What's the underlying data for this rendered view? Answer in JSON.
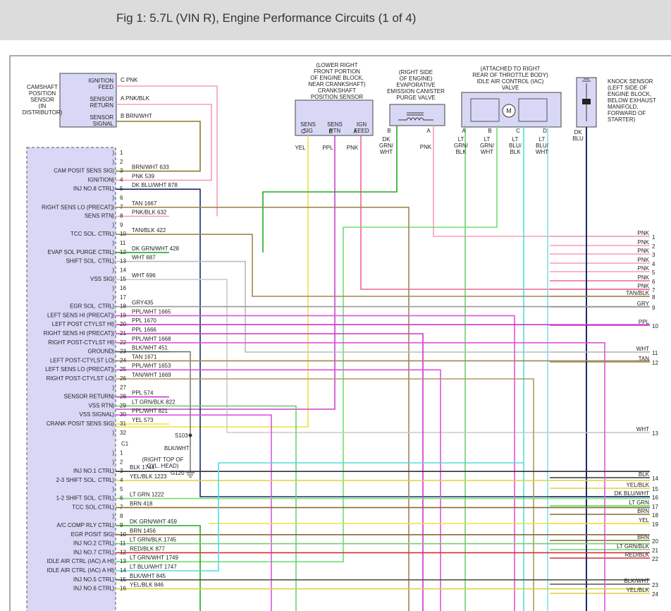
{
  "page": {
    "title": "Fig 1: 5.7L (VIN R), Engine Performance Circuits (1 of 4)"
  },
  "components": {
    "camshaft": {
      "label": [
        "CAMSHAFT",
        "POSITION",
        "SENSOR",
        "(IN",
        "DISTRIBUTOR)"
      ],
      "pins": [
        [
          "IGNITION",
          "FEED"
        ],
        [
          "SENSOR",
          "RETURN"
        ],
        [
          "SENSOR",
          "SIGNAL"
        ]
      ]
    },
    "crank": {
      "label": [
        "(LOWER RIGHT",
        "FRONT PORTION",
        "OF ENGINE BLOCK,",
        "NEAR CRANKSHAFT)",
        "CRANKSHAFT",
        "POSITION SENSOR"
      ],
      "pins": [
        [
          "SENS",
          "SIG"
        ],
        [
          "SENS",
          "RTN"
        ],
        [
          "IGN",
          "FEED"
        ]
      ]
    },
    "evap": {
      "label": [
        "(RIGHT SIDE",
        "OF ENGINE)",
        "EVAPORATIVE",
        "EMISSION CANISTER",
        "PURGE VALVE"
      ]
    },
    "iac": {
      "label": [
        "(ATTACHED TO RIGHT",
        "REAR OF THROTTLE BODY)",
        "IDLE AIR CONTROL (IAC)",
        "VALVE"
      ],
      "motor": "M"
    },
    "knock": {
      "label": [
        "KNOCK SENSOR",
        "(LEFT SIDE OF",
        "ENGINE BLOCK,",
        "BELOW EXHAUST",
        "MANIFOLD,",
        "FORWARD OF",
        "STARTER)"
      ]
    }
  },
  "component_wires": [
    {
      "color": "#f4a0b6",
      "pin": "C",
      "text": "PNK"
    },
    {
      "color": "#f4a0b6",
      "pin": "A",
      "text": "PNK/BLK"
    },
    {
      "color": "#8a7a30",
      "pin": "B",
      "text": "BRN/WHT"
    },
    {
      "color": "#f0e040",
      "pin": "C",
      "text": "YEL"
    },
    {
      "color": "#cc40cc",
      "pin": "B",
      "text": "PPL"
    },
    {
      "color": "#ee6690",
      "pin": "A",
      "text": "PNK"
    },
    {
      "color": "#22aa22",
      "pin": "B",
      "text": "DK GRN/ WHT"
    },
    {
      "color": "#f4a0b6",
      "pin": "A",
      "text": "PNK"
    },
    {
      "color": "#70d070",
      "pin": "A",
      "text": "LT GRN/ BLK"
    },
    {
      "color": "#70e070",
      "pin": "B",
      "text": "LT GRN/ WHT"
    },
    {
      "color": "#50dddd",
      "pin": "C",
      "text": "LT BLU/ BLK"
    },
    {
      "color": "#80e0ee",
      "pin": "D",
      "text": "LT BLU/ WHT"
    },
    {
      "color": "#1a2a6a",
      "pin": "",
      "text": "DK BLU"
    }
  ],
  "pcm_pins": [
    {
      "n": "1",
      "label": "",
      "wire": "",
      "color": ""
    },
    {
      "n": "2",
      "label": "",
      "wire": "",
      "color": ""
    },
    {
      "n": "3",
      "label": "CAM POSIT SENS SIG",
      "wire": "BRN/WHT   633",
      "color": "#8a7a30"
    },
    {
      "n": "4",
      "label": "IGNITION",
      "wire": "PNK   539",
      "color": "#f4a0b6"
    },
    {
      "n": "5",
      "label": "INJ NO.8 CTRL",
      "wire": "DK BLU/WHT    878",
      "color": "#1a2a6a"
    },
    {
      "n": "6",
      "label": "",
      "wire": "",
      "color": ""
    },
    {
      "n": "7",
      "label": "",
      "wire": "TAN   1667",
      "color": "#a08850"
    },
    {
      "n": "8",
      "label": "RIGHT SENS LO (PRECAT) SENS RTN",
      "wire": "PNK/BLK    632",
      "color": "#f4a0b6"
    },
    {
      "n": "9",
      "label": "",
      "wire": "",
      "color": ""
    },
    {
      "n": "10",
      "label": "TCC SOL. CTRL",
      "wire": "TAN/BLK    422",
      "color": "#a08850"
    },
    {
      "n": "11",
      "label": "",
      "wire": "",
      "color": ""
    },
    {
      "n": "12",
      "label": "EVAP SOL PURGE CTRL",
      "wire": "DK GRN/WHT    428",
      "color": "#22aa22"
    },
    {
      "n": "13",
      "label": "SHIFT SOL. CTRL",
      "wire": "WHT  687",
      "color": "#bbbbbb"
    },
    {
      "n": "14",
      "label": "",
      "wire": "",
      "color": ""
    },
    {
      "n": "15",
      "label": "VSS SIG",
      "wire": "WHT   696",
      "color": "#cccccc"
    },
    {
      "n": "16",
      "label": "",
      "wire": "",
      "color": ""
    },
    {
      "n": "17",
      "label": "",
      "wire": "",
      "color": ""
    },
    {
      "n": "18",
      "label": "EGR SOL. CTRL",
      "wire": "GRY435",
      "color": "#999999"
    },
    {
      "n": "19",
      "label": "LEFT SENS HI (PRECAT)",
      "wire": "PPL/WHT     1665",
      "color": "#dd55dd"
    },
    {
      "n": "20",
      "label": "LEFT POST CTYLST HI",
      "wire": "PPL    1670",
      "color": "#cc33cc"
    },
    {
      "n": "21",
      "label": "RIGHT SENS HI (PRECAT)",
      "wire": "PPL    1666",
      "color": "#cc33cc"
    },
    {
      "n": "22",
      "label": "RIGHT POST-CTYLST HI",
      "wire": "PPL/WHT     1668",
      "color": "#dd55dd"
    },
    {
      "n": "23",
      "label": "GROUND",
      "wire": "BLK/WHT    451",
      "color": "#555555"
    },
    {
      "n": "24",
      "label": "LEFT POST-CTYLST LO",
      "wire": "TAN   1671",
      "color": "#a08850"
    },
    {
      "n": "25",
      "label": "LEFT SENS LO (PRECAT)",
      "wire": "PPL/WHT    1653",
      "color": "#dd55dd"
    },
    {
      "n": "26",
      "label": "RIGHT POST-CTYLST LO",
      "wire": "TAN/WHT    1669",
      "color": "#b09860"
    },
    {
      "n": "27",
      "label": "",
      "wire": "",
      "color": ""
    },
    {
      "n": "28",
      "label": "SENSOR RETURN",
      "wire": "PPL    574",
      "color": "#cc33cc"
    },
    {
      "n": "29",
      "label": "VSS RTN",
      "wire": "LT GRN/BLK      822",
      "color": "#70d070"
    },
    {
      "n": "30",
      "label": "VSS SIGNAL",
      "wire": "PPL/WHT    821",
      "color": "#dd55dd"
    },
    {
      "n": "31",
      "label": "CRANK POSIT SENS SIG",
      "wire": "YEL    573",
      "color": "#f0e040"
    },
    {
      "n": "32",
      "label": "",
      "wire": "",
      "color": ""
    }
  ],
  "pcm_c1_marker": "C1",
  "pcm_pins_c1": [
    {
      "n": "1",
      "label": "",
      "wire": "",
      "color": ""
    },
    {
      "n": "2",
      "label": "",
      "wire": "",
      "color": ""
    },
    {
      "n": "3",
      "label": "INJ NO.1 CTRL",
      "wire": "BLK    1744",
      "color": "#333333"
    },
    {
      "n": "4",
      "label": "2-3 SHIFT SOL. CTRL",
      "wire": "YEL/BLK      1223",
      "color": "#e0d040"
    },
    {
      "n": "5",
      "label": "",
      "wire": "",
      "color": ""
    },
    {
      "n": "6",
      "label": "1-2 SHIFT SOL. CTRL",
      "wire": "LT GRN      1222",
      "color": "#70e070"
    },
    {
      "n": "7",
      "label": "TCC SOL.CTRL",
      "wire": "BRN   418",
      "color": "#8a6a30"
    },
    {
      "n": "8",
      "label": "",
      "wire": "",
      "color": ""
    },
    {
      "n": "9",
      "label": "A/C COMP RLY CTRL",
      "wire": "DK GRN/WHT    459",
      "color": "#22aa22"
    },
    {
      "n": "10",
      "label": "EGR POSIT SIG",
      "wire": "BRN   1456",
      "color": "#8a6a30"
    },
    {
      "n": "11",
      "label": "INJ NO.2 CTRL",
      "wire": "LT GRN/BLK      1745",
      "color": "#70d070"
    },
    {
      "n": "12",
      "label": "INJ NO.7 CTRL",
      "wire": "RED/BLK     877",
      "color": "#cc3333"
    },
    {
      "n": "13",
      "label": "IDLE AIR CTRL (IAC) A HI",
      "wire": "LT GRN/WHT    1749",
      "color": "#70e070"
    },
    {
      "n": "14",
      "label": "IDLE AIR CTRL (IAC) A HI",
      "wire": "LT BLU/WHT     1747",
      "color": "#50dddd"
    },
    {
      "n": "15",
      "label": "INJ NO.5 CTRL",
      "wire": "BLK/WHT     845",
      "color": "#555555"
    },
    {
      "n": "16",
      "label": "INJ NO.6 CTRL",
      "wire": "YEL/BLK     846",
      "color": "#e0d040"
    }
  ],
  "splice": {
    "id": "S103",
    "wire": "BLK/WHT",
    "location": [
      "(RIGHT TOP OF",
      "CYL. HEAD)"
    ],
    "ground": "G120"
  },
  "right_pins": [
    {
      "n": "1",
      "text": "PNK",
      "color": "#f4a0b6"
    },
    {
      "n": "2",
      "text": "PNK",
      "color": "#f4a0b6"
    },
    {
      "n": "3",
      "text": "PNK",
      "color": "#f4a0b6"
    },
    {
      "n": "4",
      "text": "PNK",
      "color": "#f4a0b6"
    },
    {
      "n": "5",
      "text": "PNK",
      "color": "#f4a0b6"
    },
    {
      "n": "6",
      "text": "PNK",
      "color": "#ee6690"
    },
    {
      "n": "7",
      "text": "PNK",
      "color": "#ee6690"
    },
    {
      "n": "8",
      "text": "TAN/BLK",
      "color": "#a08850"
    },
    {
      "n": "9",
      "text": "GRY",
      "color": "#999999"
    },
    {
      "n": "10",
      "text": "PPL",
      "color": "#cc33cc"
    },
    {
      "n": "11",
      "text": "WHT",
      "color": "#bbbbbb"
    },
    {
      "n": "12",
      "text": "TAN",
      "color": "#a08850"
    },
    {
      "n": "13",
      "text": "WHT",
      "color": "#cccccc"
    },
    {
      "n": "14",
      "text": "BLK",
      "color": "#333333"
    },
    {
      "n": "15",
      "text": "YEL/BLK",
      "color": "#e0d040"
    },
    {
      "n": "16",
      "text": "DK BLU/WHT",
      "color": "#1a2a6a"
    },
    {
      "n": "17",
      "text": "LT GRN",
      "color": "#40dd40"
    },
    {
      "n": "18",
      "text": "BRN",
      "color": "#8a6a30"
    },
    {
      "n": "19",
      "text": "YEL",
      "color": "#f0e040"
    },
    {
      "n": "20",
      "text": "BRN",
      "color": "#8a6a30"
    },
    {
      "n": "21",
      "text": "LT GRN/BLK",
      "color": "#70d070"
    },
    {
      "n": "22",
      "text": "RED/BLK",
      "color": "#cc3333"
    },
    {
      "n": "23",
      "text": "BLK/WHT",
      "color": "#555555"
    },
    {
      "n": "24",
      "text": "YEL/BLK",
      "color": "#e0d040"
    }
  ]
}
